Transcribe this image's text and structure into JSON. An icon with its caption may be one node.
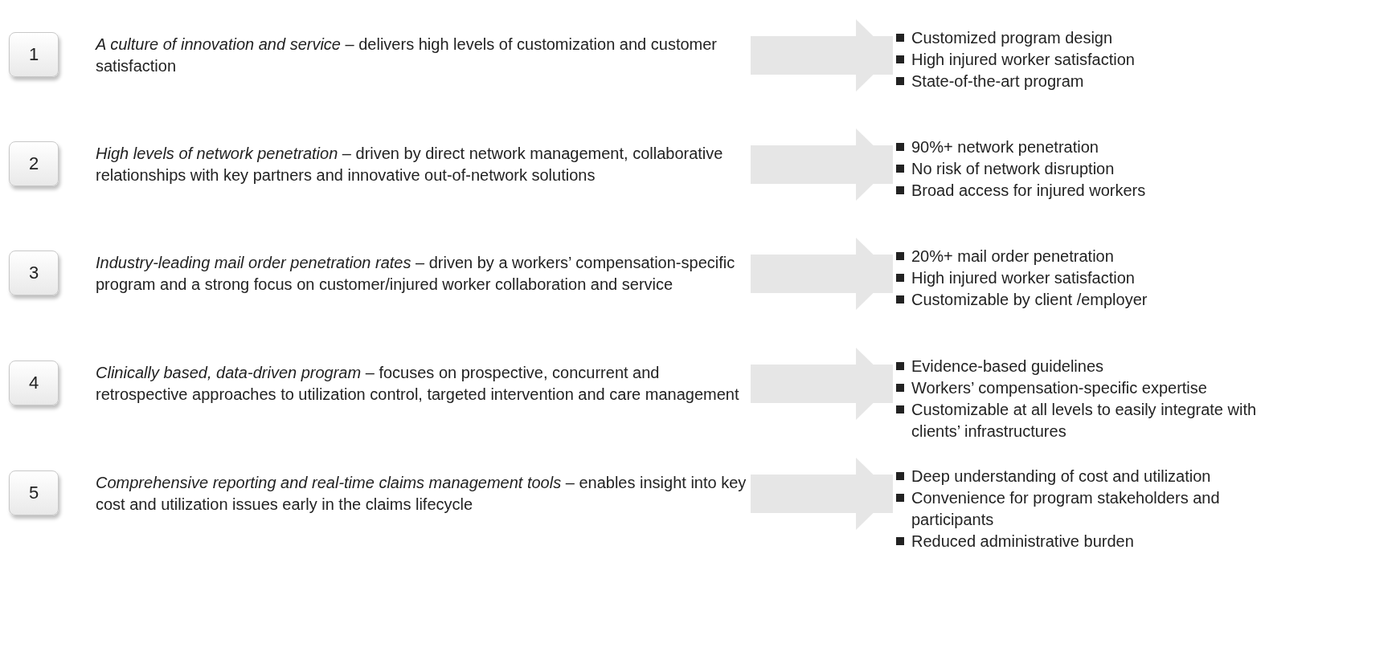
{
  "diagram": {
    "nodes": [
      {
        "text": [
          "1"
        ]
      },
      {
        "text": [
          "*A culture of innovation and service* – delivers high levels of customization and customer satisfaction"
        ]
      },
      {
        "text": [
          "Customized program design",
          "High injured worker satisfaction",
          "State-of-the-art program"
        ]
      },
      {
        "text": [
          "2"
        ]
      },
      {
        "text": [
          "*High levels of network penetration* – driven by direct network management, collaborative relationships with key partners and innovative out-of-network solutions"
        ]
      },
      {
        "text": [
          "90%+ network penetration",
          "No risk of network disruption",
          "Broad access for injured workers"
        ]
      },
      {
        "text": [
          "3"
        ]
      },
      {
        "text": [
          "*Industry-leading mail order penetration rates* – driven by a workers’ compensation-specific program and a strong focus on customer/injured worker collaboration and service"
        ]
      },
      {
        "text": [
          "20%+ mail order penetration",
          "High injured worker satisfaction",
          "Customizable by client /employer"
        ]
      },
      {
        "text": [
          "4"
        ]
      },
      {
        "text": [
          "*Clinically based, data-driven program* – focuses on prospective, concurrent and retrospective approaches to utilization control, targeted intervention and care management"
        ]
      },
      {
        "text": [
          "Evidence-based guidelines",
          "Workers’ compensation-specific expertise",
          "Customizable at all levels to easily integrate with clients’ infrastructures"
        ]
      },
      {
        "text": [
          "5"
        ]
      },
      {
        "text": [
          "*Comprehensive reporting and real-time claims management tools* – enables insight into key cost and utilization issues early in the claims lifecycle"
        ]
      },
      {
        "text": [
          "Deep understanding of cost and utilization",
          "Convenience for program stakeholders and participants",
          "Reduced administrative burden"
        ]
      }
    ],
    "edges": [
      {
        "from": 1,
        "to": 2,
        "arrow": "to"
      },
      {
        "from": 4,
        "to": 5,
        "arrow": "to"
      },
      {
        "from": 7,
        "to": 8,
        "arrow": "to"
      },
      {
        "from": 10,
        "to": 11,
        "arrow": "to"
      },
      {
        "from": 13,
        "to": 14,
        "arrow": "to"
      }
    ]
  }
}
